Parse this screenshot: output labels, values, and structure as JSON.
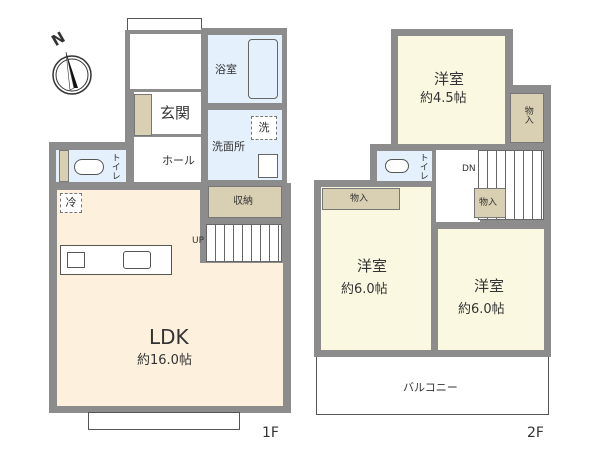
{
  "compass": {
    "north_label": "N"
  },
  "floor1": {
    "label": "1F",
    "rooms": {
      "bath": "浴室",
      "entrance": "玄関",
      "washroom": "洗面所",
      "washer": "洗",
      "toilet": "トイレ",
      "hall": "ホール",
      "fridge": "冷",
      "storage": "収納",
      "up": "UP",
      "ldk_name": "LDK",
      "ldk_size": "約16.0帖"
    }
  },
  "floor2": {
    "label": "2F",
    "rooms": {
      "west1_name": "洋室",
      "west1_size": "約4.5帖",
      "closet1": "物入",
      "toilet": "トイレ",
      "dn": "DN",
      "closet2": "物入",
      "closet3": "物入",
      "west2_name": "洋室",
      "west2_size": "約6.0帖",
      "west3_name": "洋室",
      "west3_size": "約6.0帖",
      "balcony": "バルコニー"
    }
  },
  "colors": {
    "wall": "#8c8c8c",
    "ldk": "#fdf0dc",
    "wet": "#e4f0fb",
    "storage": "#d9cfb2",
    "western": "#fbf8e2"
  }
}
